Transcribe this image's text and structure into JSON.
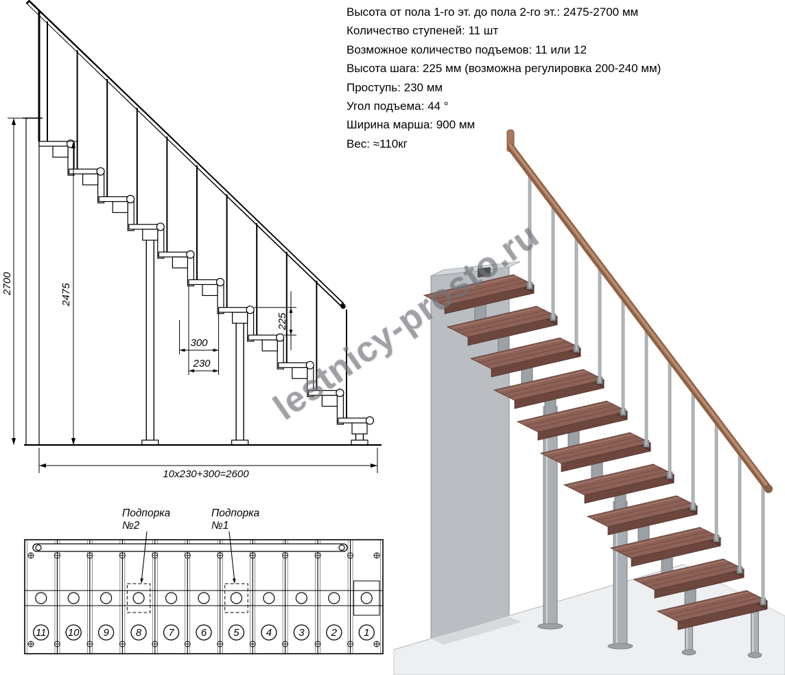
{
  "specs": {
    "lines": [
      "Высота от пола 1-го эт. до пола 2-го эт.: 2475-2700 мм",
      "Количество ступеней: 11 шт",
      "Возможное количество подъемов: 11 или 12",
      "Высота шага: 225 мм (возможна регулировка 200-240 мм)",
      "Проступь: 230 мм",
      "Угол подъема: 44 °",
      "Ширина марша: 900 мм",
      "Вес: ≈110кг"
    ]
  },
  "side_view": {
    "dim_total_height": "2700",
    "dim_floor_height": "2475",
    "dim_step_height": "225",
    "dim_module_length": "300",
    "dim_tread_depth": "230",
    "dim_total_run": "10x230+300=2600"
  },
  "plan_view": {
    "support2": {
      "line1": "Подпорка",
      "line2": "№2"
    },
    "support1": {
      "line1": "Подпорка",
      "line2": "№1"
    },
    "step_numbers": [
      "11",
      "10",
      "9",
      "8",
      "7",
      "6",
      "5",
      "4",
      "3",
      "2",
      "1"
    ]
  },
  "watermark": {
    "text": "lestnicy-prosto.ru"
  },
  "colors": {
    "wood_top": "#8d6156",
    "wood_front": "#6d463d",
    "wood_side": "#5b3a33",
    "rail_wood": "#8f6248",
    "rail_wood_light": "#b88c6b",
    "metal": "#a9afb3",
    "metal_dark": "#7d8387",
    "metal_tube": "#9ba1a5",
    "wall": "#babec2",
    "wall_top": "#d5d8db",
    "floor": "#edeff0",
    "line": "#000000"
  }
}
